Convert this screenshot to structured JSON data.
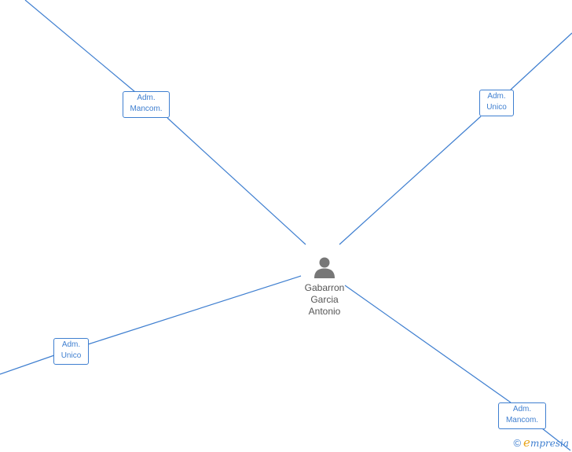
{
  "person": {
    "name_lines": [
      "Gabarron",
      "Garcia",
      "Antonio"
    ]
  },
  "roles": [
    {
      "id": "top-left",
      "lines": [
        "Adm.",
        "Mancom."
      ]
    },
    {
      "id": "top-right",
      "lines": [
        "Adm.",
        "Unico"
      ]
    },
    {
      "id": "bottom-left",
      "lines": [
        "Adm.",
        "Unico"
      ]
    },
    {
      "id": "bottom-right",
      "lines": [
        "Adm.",
        "Mancom."
      ]
    }
  ],
  "footer": {
    "copyright_symbol": "©",
    "brand_initial": "e",
    "brand_rest": "mpresia"
  },
  "colors": {
    "edge": "#3f7fd0",
    "person_icon": "#777777",
    "brand_accent": "#e8a316"
  }
}
